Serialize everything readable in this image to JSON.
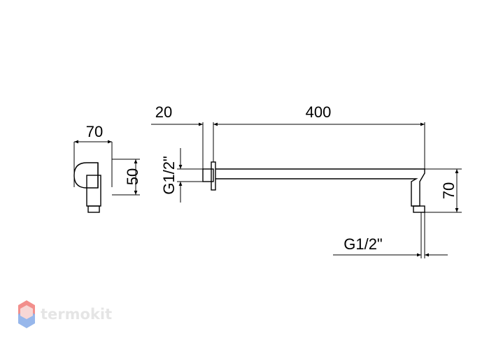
{
  "dimensions": {
    "side_width": "70",
    "side_height": "50",
    "left_offset": "20",
    "arm_length": "400",
    "thread_left": "G1/2\"",
    "thread_bottom": "G1/2\"",
    "drop_height": "70"
  },
  "brand": {
    "name": "termokit",
    "colors": {
      "red": "#e8342f",
      "blue": "#2e6fd8",
      "gray": "#cfcfcf"
    }
  }
}
